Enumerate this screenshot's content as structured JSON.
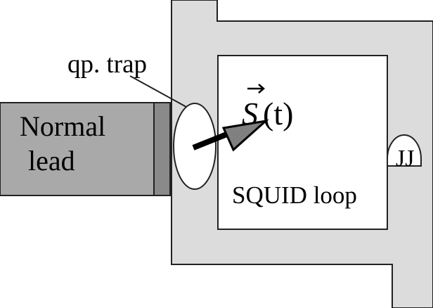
{
  "labels": {
    "qp_trap": "qp. trap",
    "normal_lead_line1": "Normal",
    "normal_lead_line2": "lead",
    "spin_symbol": "S",
    "spin_arg": "(t)",
    "junction": "JJ",
    "loop": "SQUID loop"
  },
  "colors": {
    "superconductor_fill": "#dcdcdc",
    "lead_fill": "#a9a9a9",
    "lead_contact": "#8a8a8a",
    "arrow_fill": "#808080",
    "outline": "#222222"
  }
}
